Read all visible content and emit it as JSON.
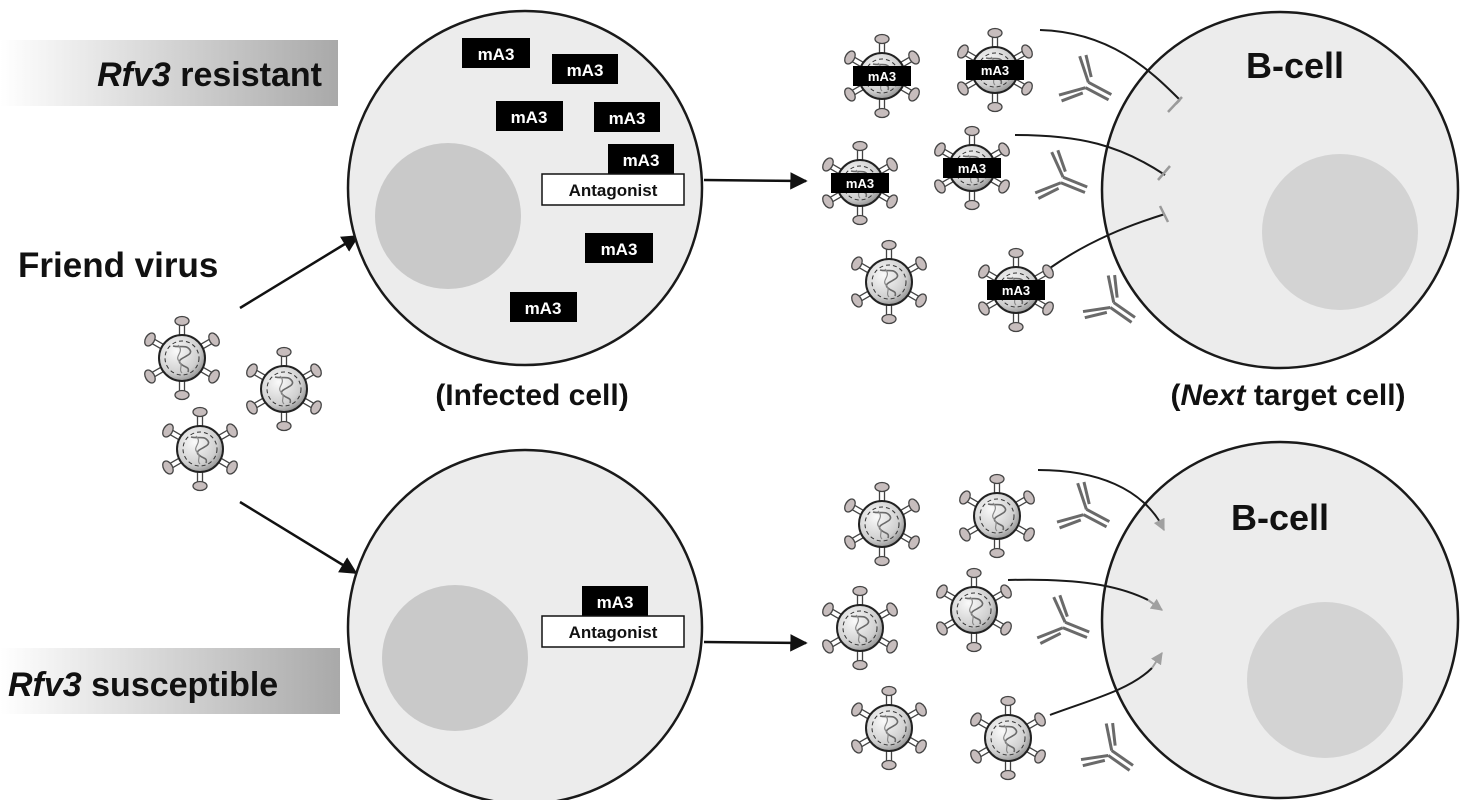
{
  "labels": {
    "resistant_italic": "Rfv3",
    "resistant_rest": " resistant",
    "susceptible_italic": "Rfv3",
    "susceptible_rest": " susceptible",
    "friend_virus": "Friend virus",
    "infected_cell": "(Infected cell)",
    "next_open": "(",
    "next_italic": "Next",
    "next_rest": " target cell)",
    "bcell_top": "B-cell",
    "bcell_bottom": "B-cell"
  },
  "tags": {
    "ma3": "mA3",
    "antagonist": "Antagonist"
  },
  "colors": {
    "cell_fill": "#ececec",
    "nucleus_fill": "#c9c9c9",
    "tag_fill": "#000000",
    "virion_fill": "#d6d6d6",
    "spike_fill": "#c7bdbd",
    "antibody_stroke": "#6a6a6a",
    "inhibit_stroke": "#9a9a9a"
  }
}
